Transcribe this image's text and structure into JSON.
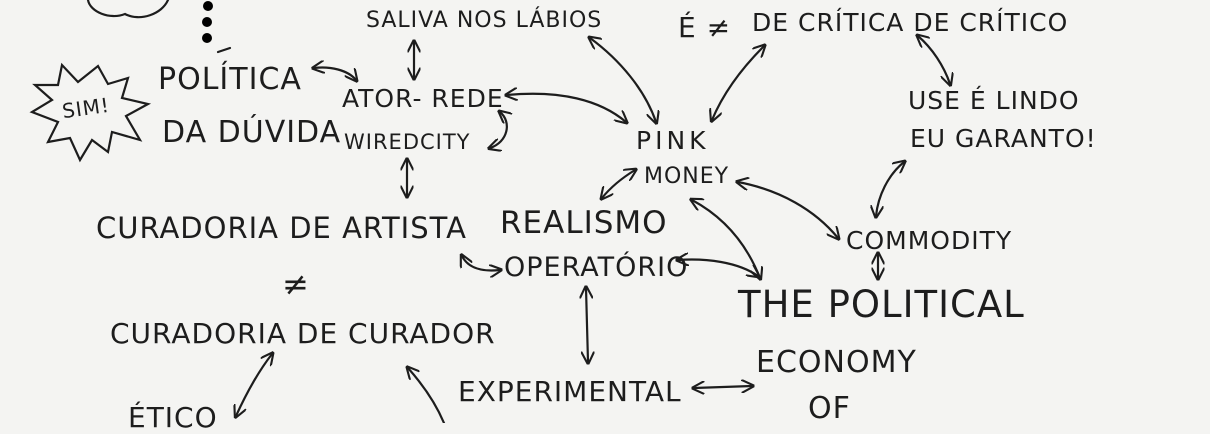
{
  "board": {
    "sim": "SIM!",
    "politica": "POLÍTICA",
    "da_duvida": "DA DÚVIDA",
    "saliva": "SALIVA NOS LÁBIOS",
    "ator_rede": "ATOR- REDE",
    "wired_city": "WIREDCITY",
    "e_neq": "É ≠",
    "critica": "DE CRÍTICA DE CRÍTICO",
    "use_lindo": "USE É LINDO",
    "eu_garanto": "EU GARANTO!",
    "pink": "PINK",
    "money": "MONEY",
    "realismo": "REALISMO",
    "operatorio": "OPERATÓRIO",
    "curadoria_artista": "CURADORIA DE ARTISTA",
    "neq": "≠",
    "curadoria_curador": "CURADORIA DE CURADOR",
    "commodity": "COMMODITY",
    "the_political": "THE POLITICAL",
    "economy": "ECONOMY",
    "of": "OF",
    "experimental": "EXPERIMENTAL",
    "etico": "ÉTICO"
  }
}
